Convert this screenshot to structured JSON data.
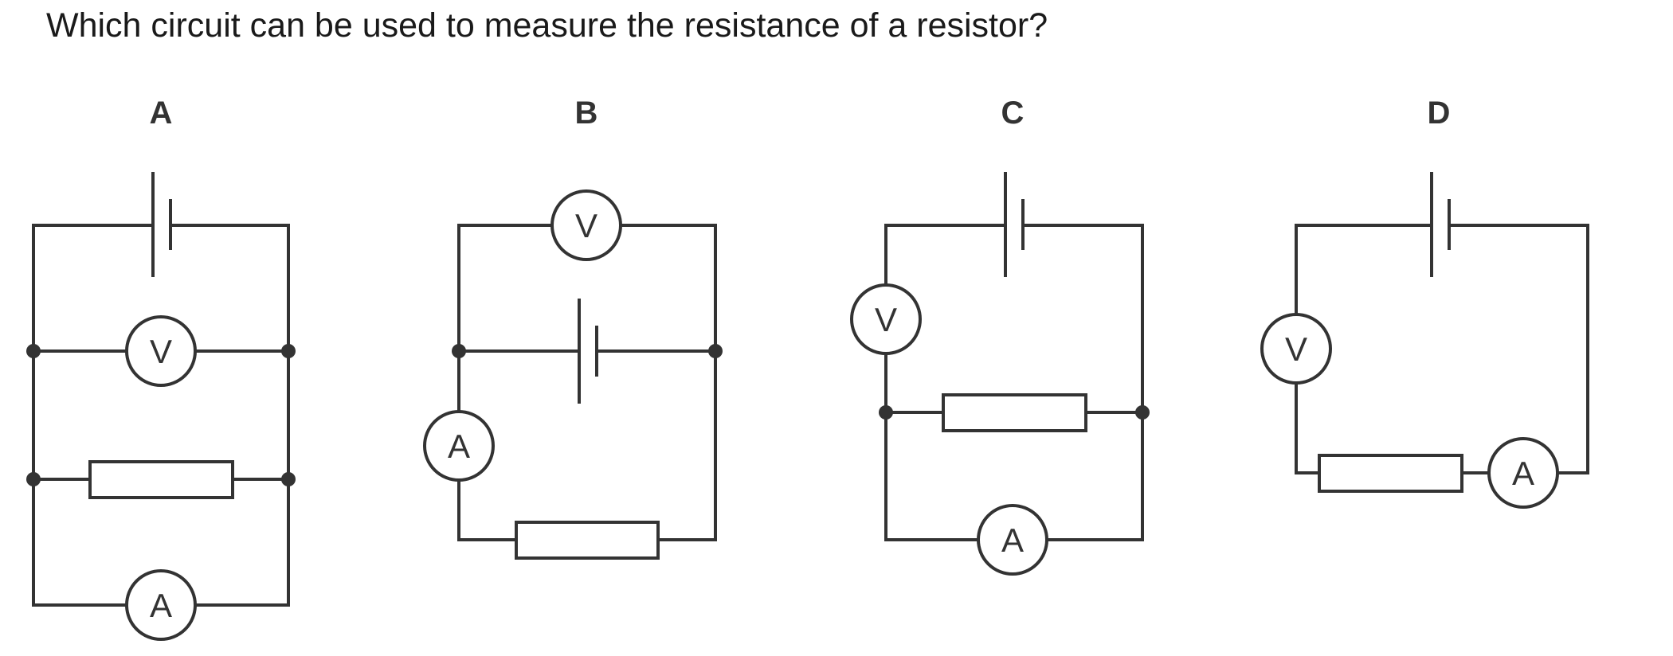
{
  "question": "Which circuit can be used to measure the resistance of a resistor?",
  "options": [
    {
      "letter": "A"
    },
    {
      "letter": "B"
    },
    {
      "letter": "C"
    },
    {
      "letter": "D"
    }
  ],
  "meters": {
    "voltmeter": "V",
    "ammeter": "A"
  },
  "colors": {
    "wire": "#333333",
    "text": "#1a1a1a"
  }
}
